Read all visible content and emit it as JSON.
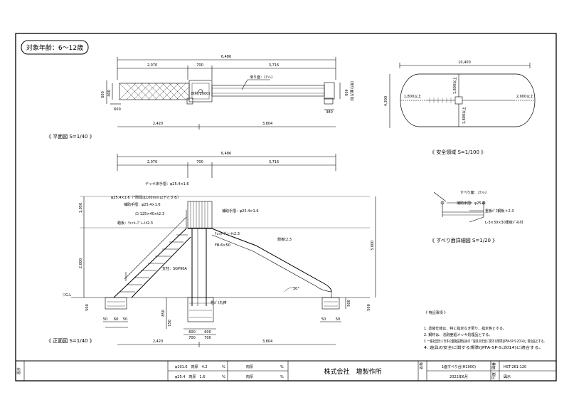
{
  "badge": {
    "label": "対象年齢：6～12歳"
  },
  "plan": {
    "title": "《 平面図 S=1/40 》",
    "dims_top": [
      "6,486",
      "2,070",
      "700",
      "3,716"
    ],
    "dims_bottom": [
      "2,420",
      "3,804"
    ],
    "dims_side": [
      "600",
      "400",
      "600",
      "400",
      "380"
    ],
    "label_slide": "滑り面：ｽﾃﾝﾚｽ",
    "label_direction": "（滑り面方向）",
    "label_deck": "床材(2000)"
  },
  "safety": {
    "title": "《 安全領域 S=1/100 》",
    "dims": [
      "10,400",
      "4,300",
      "1,800以上",
      "1,800以上",
      "2,000以上",
      "1,800以上"
    ]
  },
  "detail": {
    "title": "《 すべり面詳細図 S=1/20 》",
    "labels": [
      "すべり面：ｽﾃﾝﾚｽ",
      "補助手摺：φ25.4",
      "重板ﾊﾟﾈ鋼板ｔ2.3",
      "L-3×30×30重板ﾊﾟﾈﾙ付"
    ]
  },
  "front": {
    "title": "《 正面図 S=1/40 》",
    "dims_top": [
      "6,486",
      "2,070",
      "700",
      "3,716"
    ],
    "dims_bottom": [
      "2,420",
      "3,804"
    ],
    "dims_vert": [
      "1,050",
      "2,000",
      "3,000",
      "500",
      "500",
      "850",
      "150",
      "500"
    ],
    "dims_foot": [
      "50",
      "60",
      "50",
      "600",
      "600",
      "700",
      "700",
      "50",
      "50"
    ],
    "angle": "30°",
    "gl": "▽G.L",
    "labels": [
      "デッキ床手摺：φ25.4×1.6",
      "φ25.4×1.6（*隙間は100mm以下とする）",
      "補助手摺：φ25.4×1.6",
      "ロ-125×40×t2.3",
      "踏板：ﾁｪｯｶｰﾌﾟﾚｰﾄt2.3",
      "補助手摺：φ25.4×1.6",
      "ﾁｪｯｶｰﾌﾟﾚｰﾄt2.3",
      "FB-6×50",
      "側板t2.3",
      "支柱：SGP90A",
      "根ｶﾞｽ丸棒"
    ]
  },
  "notes": {
    "heading": "《 特記事項 》",
    "items": [
      "1. 塗装仕様は、特に指定なき限り、指定色とする。",
      "2. 鋼材は、溶融亜鉛メッキ処理品とする。",
      "3. 一般社団法人日本公園施設業協会の「遊具の安全に関する規準(JPFA-SP-S:2014)」適合品とする。",
      "4. 遊具の安全に関する規準(JPFA-SP-S:2014)に適合する。"
    ]
  },
  "titleblock": {
    "side_label": "設計",
    "pipe1": "φ101.6　肉厚　4.2",
    "pipe2": "φ25.4　肉厚　1.6",
    "mark": "%",
    "col_label": "肉厚",
    "company": "株式会社　壇製作所",
    "name_label": "名称",
    "name": "1面すべり台(H2000)",
    "date": "2022年6月",
    "code": "HST-261-120",
    "scale_label": "尺度",
    "drawing_type": "図示",
    "no_label": "図番"
  }
}
